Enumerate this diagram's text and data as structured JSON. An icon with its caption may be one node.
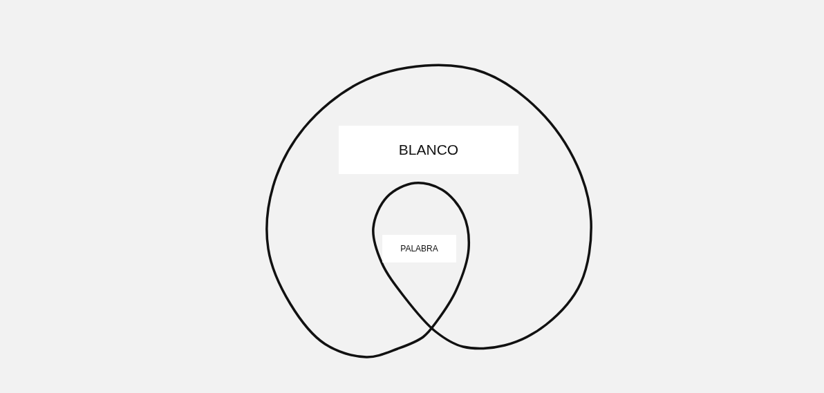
{
  "diagram": {
    "nodes": [
      {
        "text": [
          "BLANCO"
        ]
      },
      {
        "text": [
          "PALABRA"
        ],
        "in": 0
      }
    ]
  }
}
